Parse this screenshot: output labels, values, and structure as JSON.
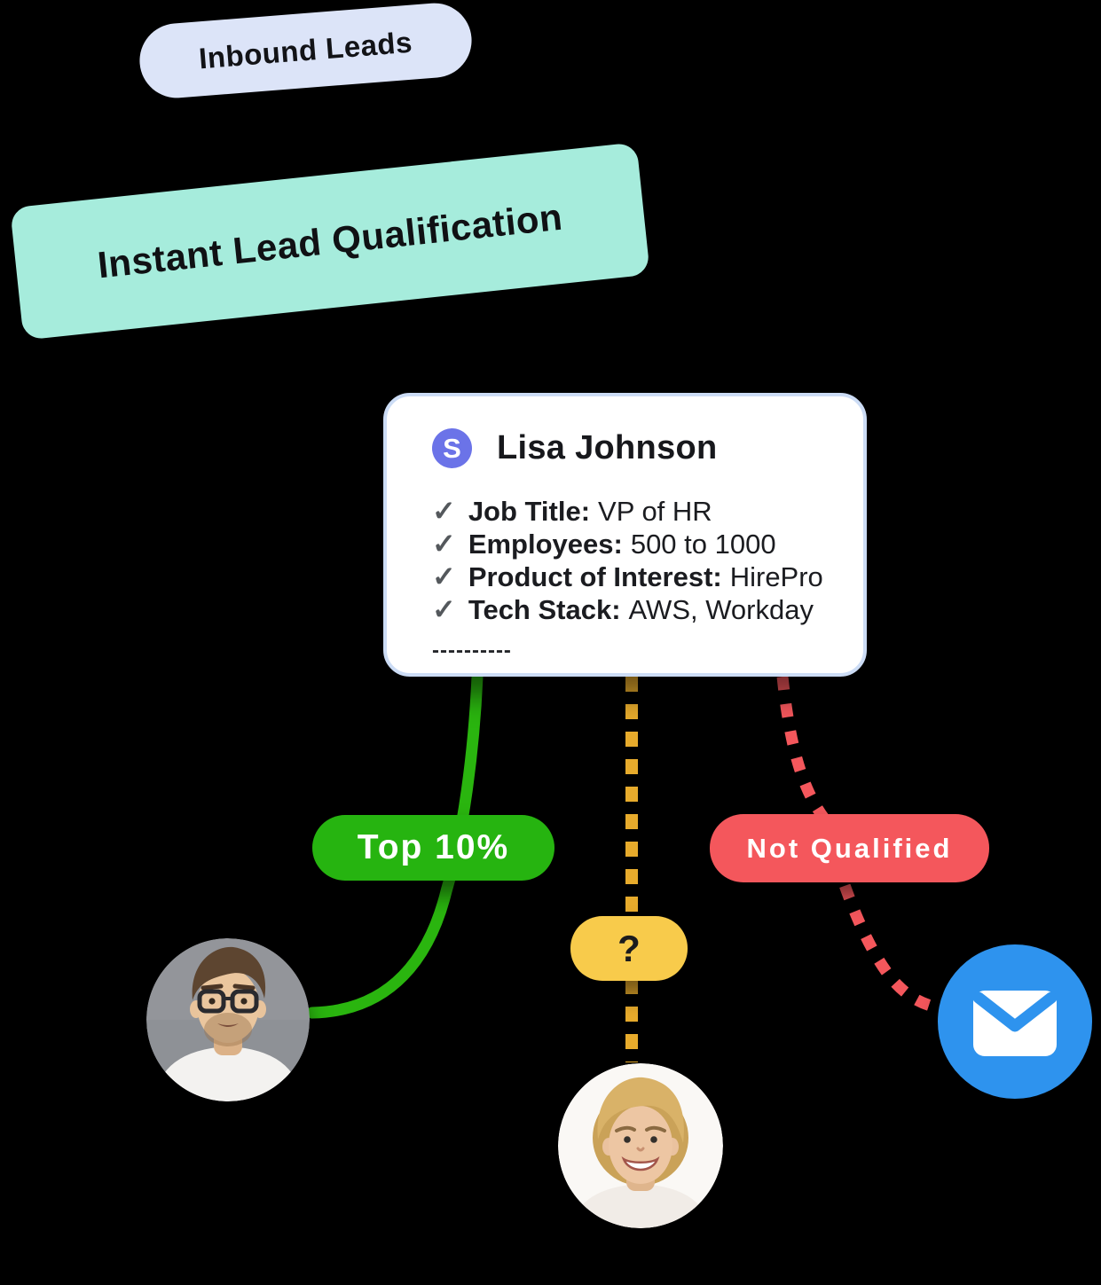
{
  "badges": {
    "inbound": {
      "label": "Inbound Leads",
      "bg": "#dce4f8"
    },
    "headline": {
      "label": "Instant Lead Qualification",
      "bg": "#a6ecdc"
    }
  },
  "lead_card": {
    "logo_letter": "S",
    "logo_color": "#6b73e8",
    "title": "Lisa Johnson",
    "check_icon": "✓",
    "items": [
      {
        "label": "Job Title:",
        "value": "VP of HR"
      },
      {
        "label": "Employees:",
        "value": "500 to 1000"
      },
      {
        "label": "Product of Interest:",
        "value": "HirePro"
      },
      {
        "label": "Tech Stack:",
        "value": "AWS, Workday"
      }
    ],
    "ellipsis": "----------"
  },
  "outcomes": {
    "top": {
      "label": "Top 10%",
      "color": "#26b410"
    },
    "unsure": {
      "label": "?",
      "color": "#f8cb4b"
    },
    "not_qualified": {
      "label": "Not Qualified",
      "color": "#f4575c"
    }
  },
  "nodes": {
    "qualified_avatar": "man-with-glasses-photo",
    "maybe_avatar": "smiling-woman-photo",
    "email_icon": "envelope-icon",
    "email_bg": "#2e93ee"
  },
  "connectors": {
    "qualified_color": "#2ab50f",
    "maybe_color": "#e7ab2c",
    "not_qualified_color": "#f4575c"
  }
}
